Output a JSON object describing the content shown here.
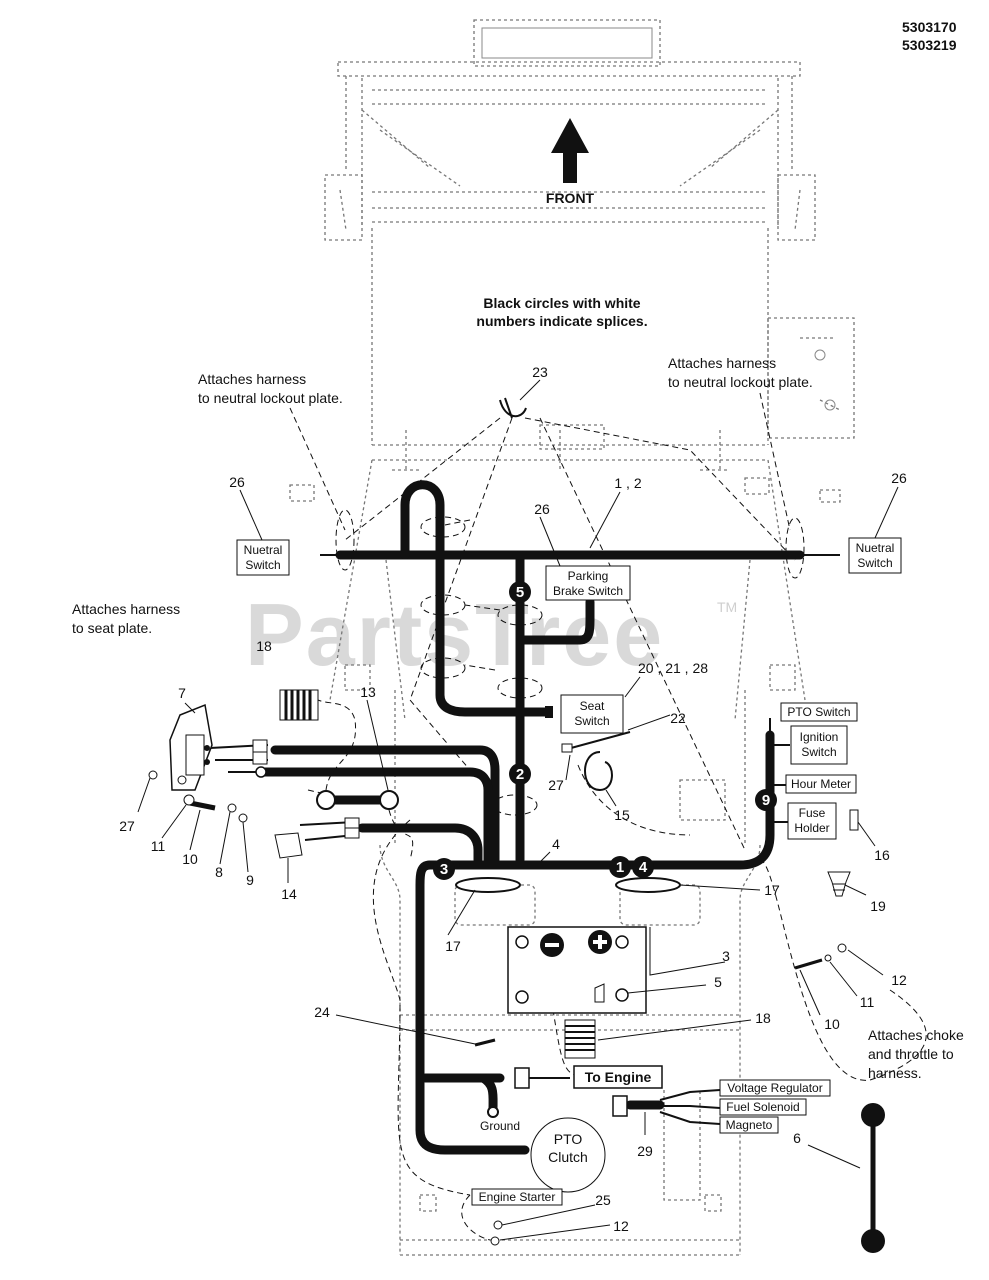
{
  "part_numbers": [
    "5303170",
    "5303219"
  ],
  "direction_label": "FRONT",
  "splice_note": [
    "Black circles with white",
    "numbers indicate splices."
  ],
  "watermark": "PartsTree",
  "watermark_tm": "TM",
  "notes": {
    "neutral_left": [
      "Attaches harness",
      "to neutral lockout plate."
    ],
    "neutral_right": [
      "Attaches harness",
      "to neutral lockout plate."
    ],
    "seat_plate": [
      "Attaches harness",
      "to seat plate."
    ],
    "choke": [
      "Attaches choke",
      "and throttle to",
      "harness."
    ]
  },
  "components": {
    "neutral_switch_left": [
      "Nuetral",
      "Switch"
    ],
    "neutral_switch_right": [
      "Nuetral",
      "Switch"
    ],
    "parking_brake_switch": [
      "Parking",
      "Brake Switch"
    ],
    "seat_switch": [
      "Seat",
      "Switch"
    ],
    "pto_switch": "PTO Switch",
    "ignition_switch": [
      "Ignition",
      "Switch"
    ],
    "hour_meter": "Hour Meter",
    "fuse_holder": [
      "Fuse",
      "Holder"
    ],
    "to_engine": "To Engine",
    "voltage_regulator": "Voltage Regulator",
    "fuel_solenoid": "Fuel Solenoid",
    "magneto": "Magneto",
    "ground": "Ground",
    "pto_clutch": [
      "PTO",
      "Clutch"
    ],
    "engine_starter": "Engine Starter"
  },
  "splices": [
    "5",
    "2",
    "3",
    "1",
    "4",
    "9"
  ],
  "callouts": {
    "c23": "23",
    "c26_left": "26",
    "c12_top": "1 , 2",
    "c26_mid": "26",
    "c26_right": "26",
    "c18_top": "18",
    "c7": "7",
    "c13": "13",
    "c20": "20 , 21 , 28",
    "c22": "22",
    "c27_mid": "27",
    "c15": "15",
    "c27_left": "27",
    "c11_left": "11",
    "c10_left": "10",
    "c8": "8",
    "c9": "9",
    "c14": "14",
    "c4": "4",
    "c17_left": "17",
    "c17_right": "17",
    "c16": "16",
    "c19": "19",
    "c3": "3",
    "c5": "5",
    "c12_right": "12",
    "c11_right": "11",
    "c10_right": "10",
    "c24": "24",
    "c18_bottom": "18",
    "c6": "6",
    "c29": "29",
    "c25": "25",
    "c12_bottom": "12"
  }
}
